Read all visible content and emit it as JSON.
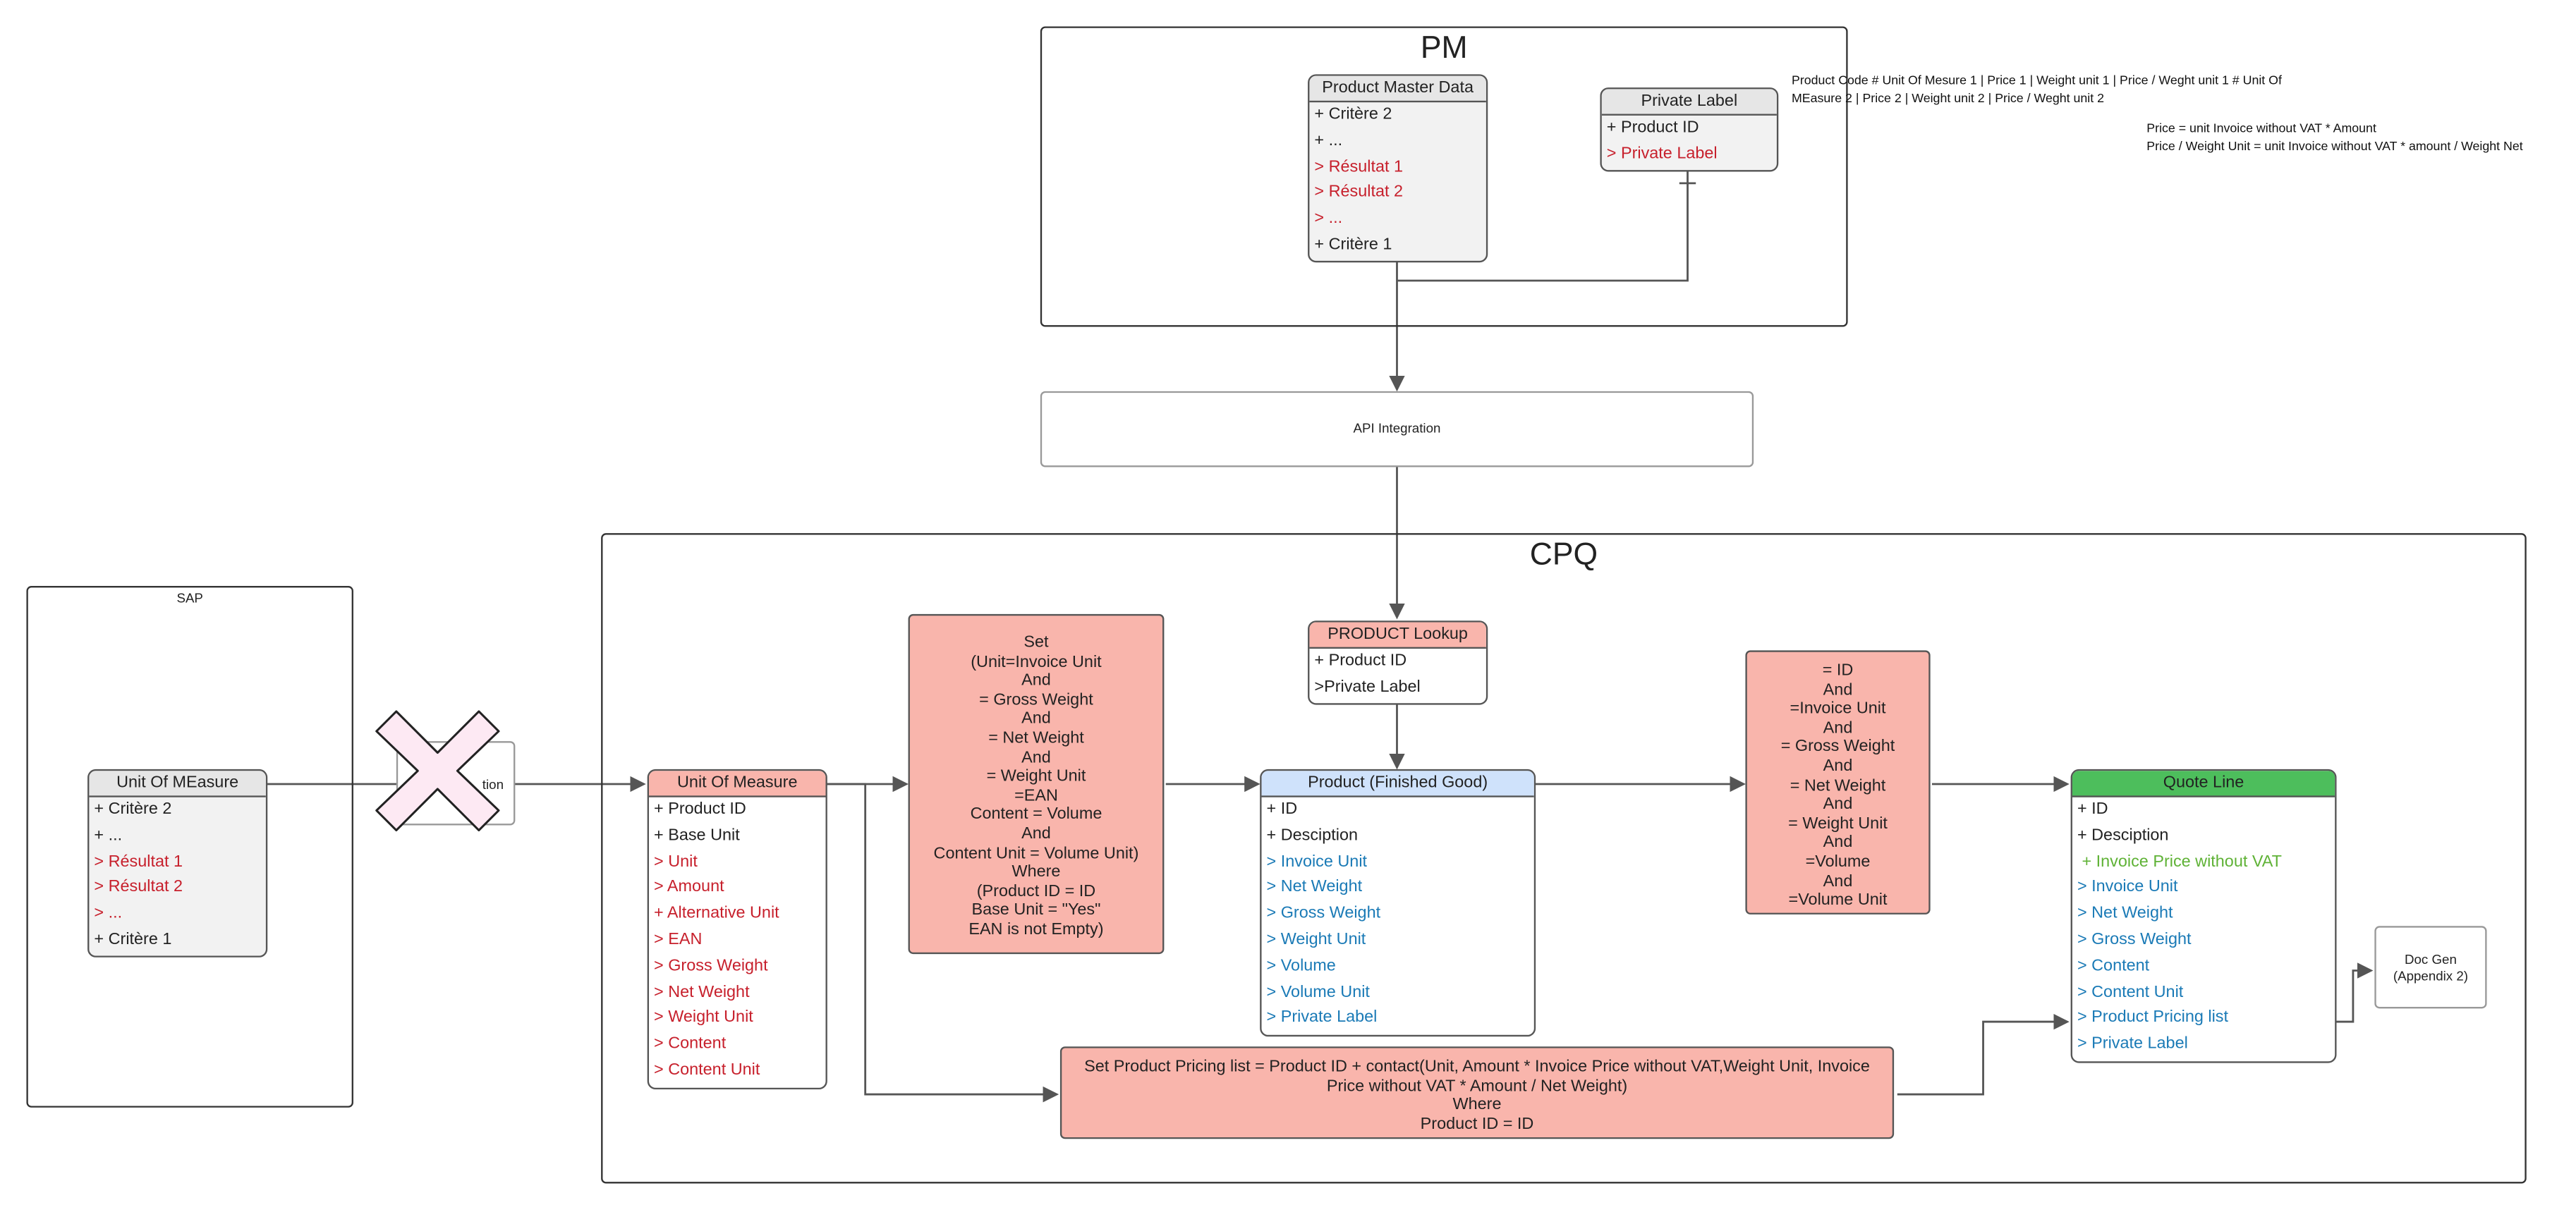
{
  "frames": {
    "pm": "PM",
    "cpq": "CPQ",
    "sap": "SAP"
  },
  "api_integration": "API Integration",
  "sap_integration_partial": "tion",
  "doc_gen": [
    "Doc Gen",
    "(Appendix 2)"
  ],
  "annotations": {
    "product_code_line1": "Product Code # Unit Of Mesure 1 | Price 1 | Weight unit 1 | Price / Weght unit 1 # Unit Of",
    "product_code_line2": "MEasure 2 | Price 2 | Weight unit 2 | Price / Weght unit 2",
    "price_formula": "Price  = unit Invoice without VAT * Amount",
    "price_weight_formula": "Price / Weight Unit = unit Invoice without VAT  * amount / Weight Net"
  },
  "entities": {
    "product_master_data": {
      "title": "Product Master Data",
      "rows": [
        "+ Critère 2",
        "+ ...",
        "> Résultat 1",
        "> Résultat 2",
        "> ...",
        "+ Critère 1"
      ]
    },
    "private_label": {
      "title": "Private Label",
      "rows": [
        "+ Product ID",
        "> Private Label"
      ]
    },
    "sap_unit_of_measure": {
      "title": "Unit Of MEasure",
      "rows": [
        "+ Critère 2",
        "+ ...",
        "> Résultat 1",
        "> Résultat 2",
        "> ...",
        "+ Critère 1"
      ]
    },
    "unit_of_measure": {
      "title": "Unit Of Measure",
      "rows": [
        "+ Product ID",
        "+ Base Unit",
        "> Unit",
        "> Amount",
        "+ Alternative Unit",
        "> EAN",
        "> Gross Weight",
        "> Net Weight",
        "> Weight Unit",
        "> Content",
        "> Content Unit"
      ]
    },
    "product_lookup": {
      "title": "PRODUCT Lookup",
      "rows": [
        "+ Product ID",
        ">Private Label"
      ]
    },
    "product_finished_good": {
      "title": "Product (Finished Good)",
      "rows": [
        "+ ID",
        "+ Desciption",
        "> Invoice Unit",
        "> Net Weight",
        "> Gross Weight",
        "> Weight Unit",
        "> Volume",
        "> Volume Unit",
        "> Private Label"
      ]
    },
    "quote_line": {
      "title": "Quote Line",
      "rows": [
        "+ ID",
        "+ Desciption",
        " + Invoice Price without VAT",
        "> Invoice Unit",
        "> Net Weight",
        "> Gross Weight",
        "> Content",
        "> Content Unit",
        "> Product Pricing list",
        "> Private Label"
      ]
    }
  },
  "notes": {
    "set_unit": [
      "Set",
      "(Unit=Invoice Unit",
      "And",
      "= Gross Weight",
      "And",
      "= Net Weight",
      "And",
      "= Weight Unit",
      "=EAN",
      "Content = Volume",
      "And",
      "Content Unit = Volume Unit)",
      "Where",
      "(Product ID = ID",
      "Base Unit = \"Yes\"",
      "EAN is not Empty)"
    ],
    "id_match": [
      "= ID",
      "And",
      "=Invoice Unit",
      "And",
      "= Gross Weight",
      "And",
      "= Net Weight",
      "And",
      "= Weight Unit",
      "And",
      "=Volume",
      "And",
      "=Volume Unit"
    ],
    "pricing_list": [
      "Set Product Pricing list = Product ID + contact(Unit, Amount * Invoice Price without VAT,Weight Unit, Invoice",
      "Price without VAT * Amount / Net Weight)",
      "Where",
      "Product ID = ID"
    ]
  },
  "colors": {
    "red_header": "#f9b5ac",
    "blue_header": "#cfe2fb",
    "green_header": "#4dbe5c",
    "red_text": "#c7202c",
    "blue_text": "#1a7ab6",
    "green_text": "#5fb236"
  },
  "icons": [
    "close-x-icon"
  ]
}
